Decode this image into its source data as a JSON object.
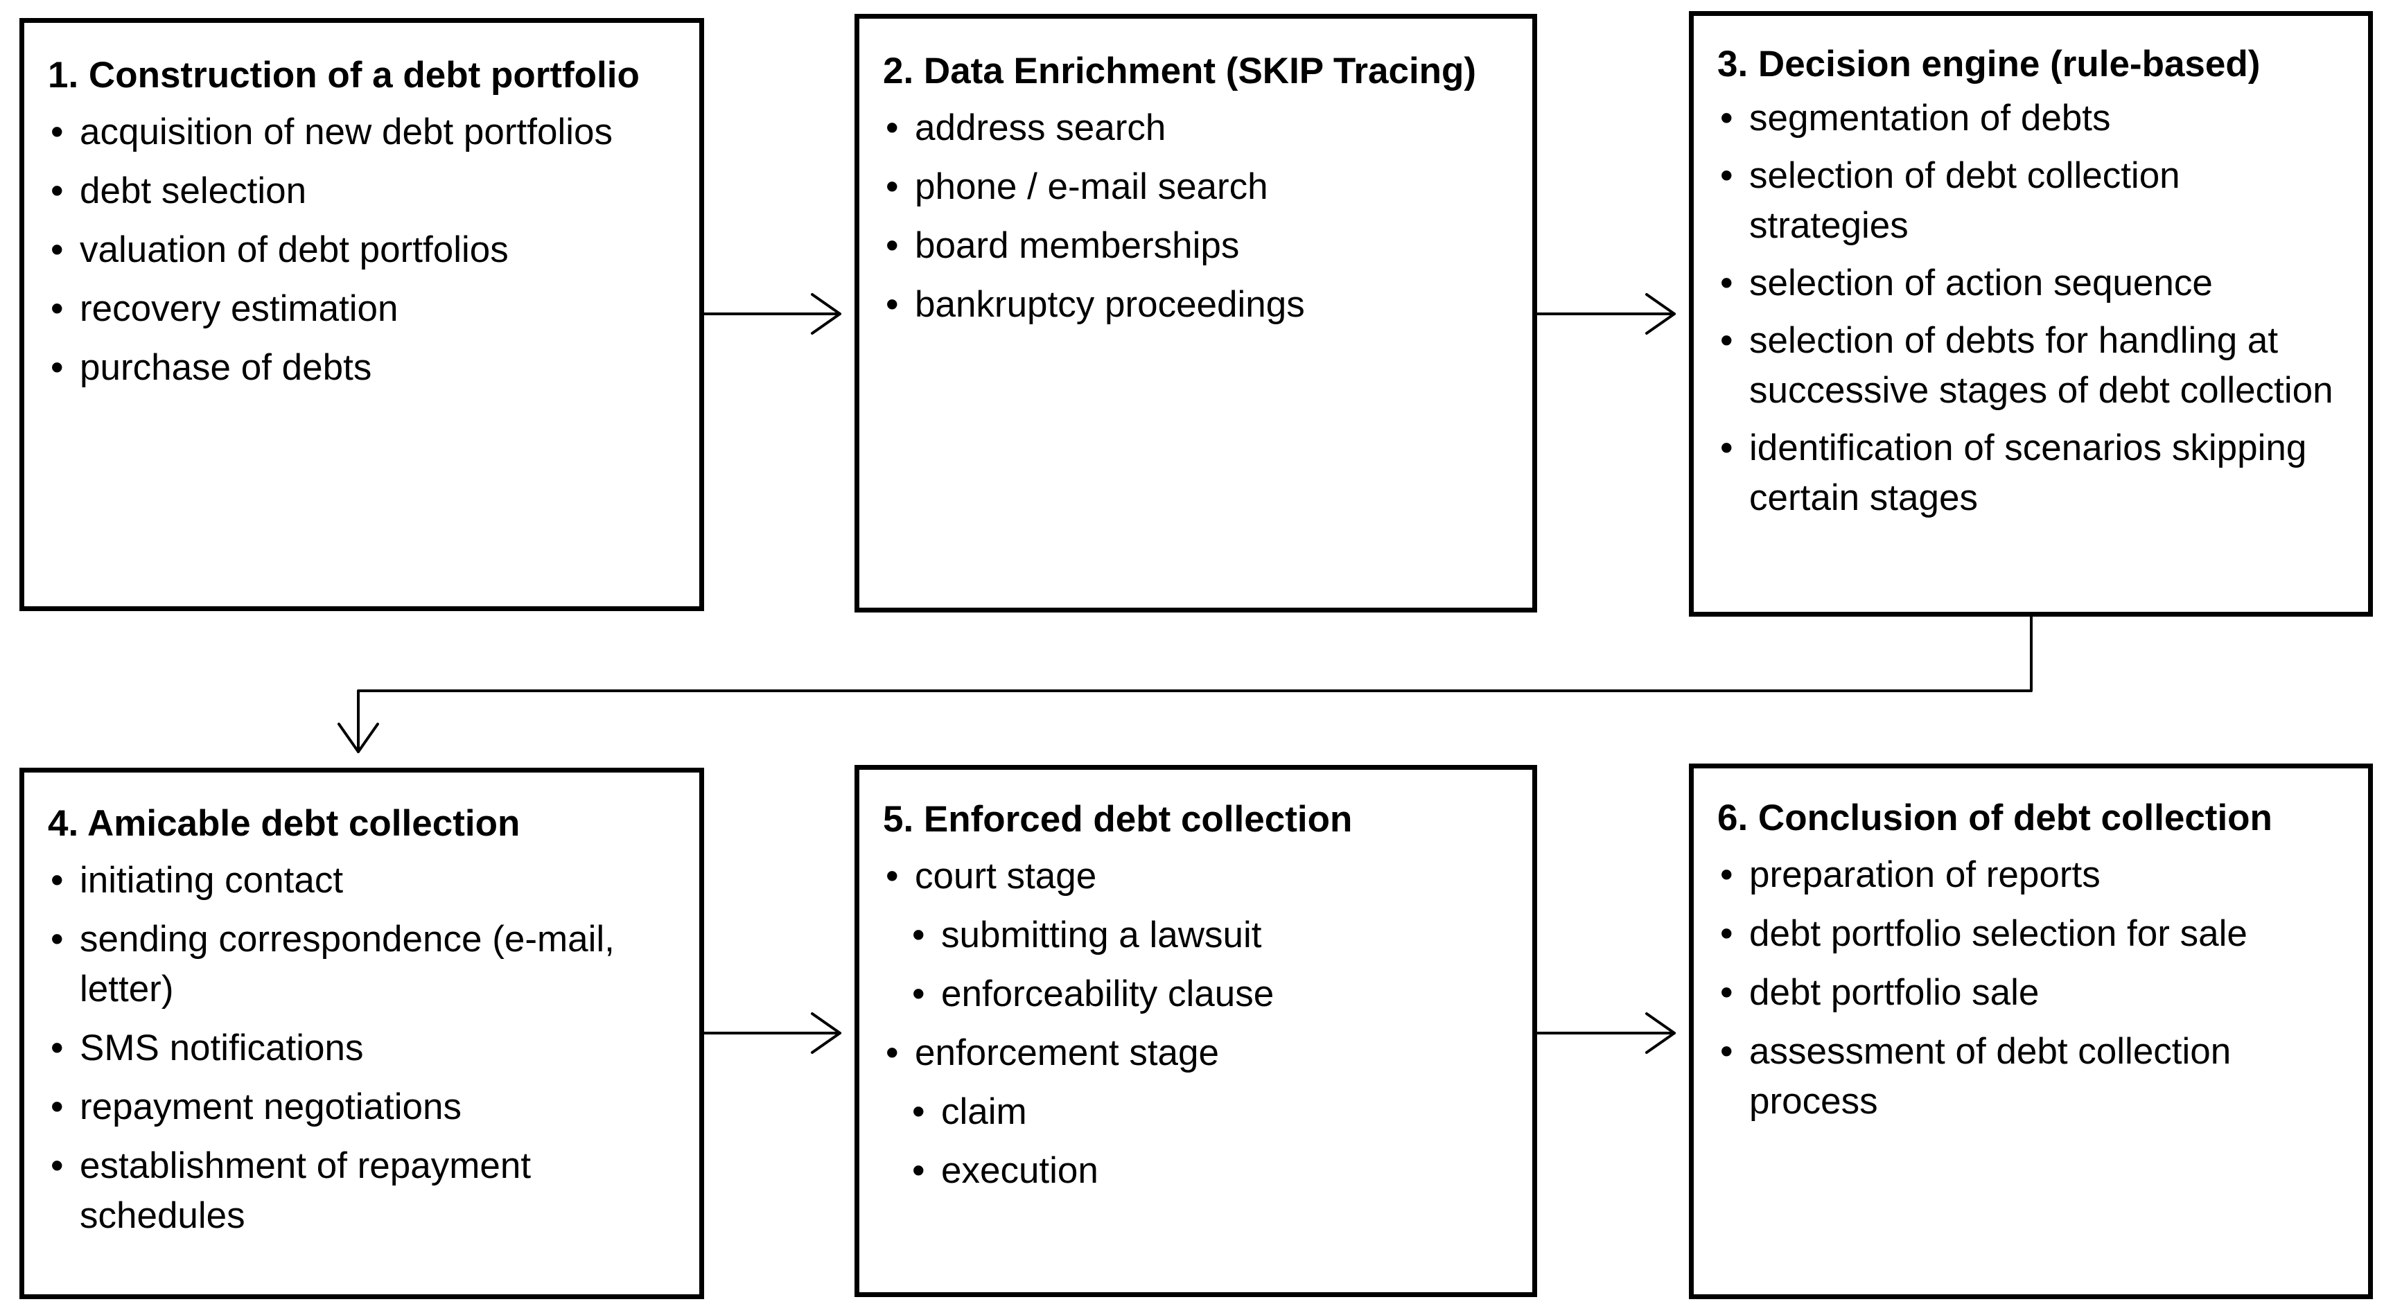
{
  "steps": [
    {
      "title": "1. Construction of a debt portfolio",
      "items": [
        {
          "text": "acquisition of new debt portfolios",
          "level": 0
        },
        {
          "text": "debt selection",
          "level": 0
        },
        {
          "text": "valuation of debt portfolios",
          "level": 0
        },
        {
          "text": "recovery estimation",
          "level": 0
        },
        {
          "text": "purchase of debts",
          "level": 0
        }
      ]
    },
    {
      "title": "2. Data Enrichment (SKIP Tracing)",
      "items": [
        {
          "text": "address search",
          "level": 0
        },
        {
          "text": "phone / e-mail search",
          "level": 0
        },
        {
          "text": "board memberships",
          "level": 0
        },
        {
          "text": "bankruptcy proceedings",
          "level": 0
        }
      ]
    },
    {
      "title": "3. Decision engine (rule-based)",
      "items": [
        {
          "text": "segmentation of debts",
          "level": 0
        },
        {
          "text": "selection of debt collection strategies",
          "level": 0
        },
        {
          "text": "selection of action sequence",
          "level": 0
        },
        {
          "text": "selection of debts for handling at successive stages of debt collection",
          "level": 0
        },
        {
          "text": "identification of scenarios skipping certain stages",
          "level": 0
        }
      ]
    },
    {
      "title": "4. Amicable debt collection",
      "items": [
        {
          "text": "initiating contact",
          "level": 0
        },
        {
          "text": "sending correspondence (e-mail, letter)",
          "level": 0
        },
        {
          "text": "SMS notifications",
          "level": 0
        },
        {
          "text": "repayment negotiations",
          "level": 0
        },
        {
          "text": "establishment of repayment schedules",
          "level": 0
        }
      ]
    },
    {
      "title": "5. Enforced debt collection",
      "items": [
        {
          "text": "court stage",
          "level": 0
        },
        {
          "text": "submitting a lawsuit",
          "level": 1
        },
        {
          "text": "enforceability clause",
          "level": 1
        },
        {
          "text": "enforcement stage",
          "level": 0
        },
        {
          "text": "claim",
          "level": 1
        },
        {
          "text": "execution",
          "level": 1
        }
      ]
    },
    {
      "title": "6. Conclusion of debt collection",
      "items": [
        {
          "text": "preparation of reports",
          "level": 0
        },
        {
          "text": "debt portfolio selection for sale",
          "level": 0
        },
        {
          "text": "debt portfolio sale",
          "level": 0
        },
        {
          "text": "assessment of debt collection process",
          "level": 0
        }
      ]
    }
  ],
  "colors": {
    "border": "#000000",
    "background": "#ffffff",
    "text": "#000000"
  }
}
